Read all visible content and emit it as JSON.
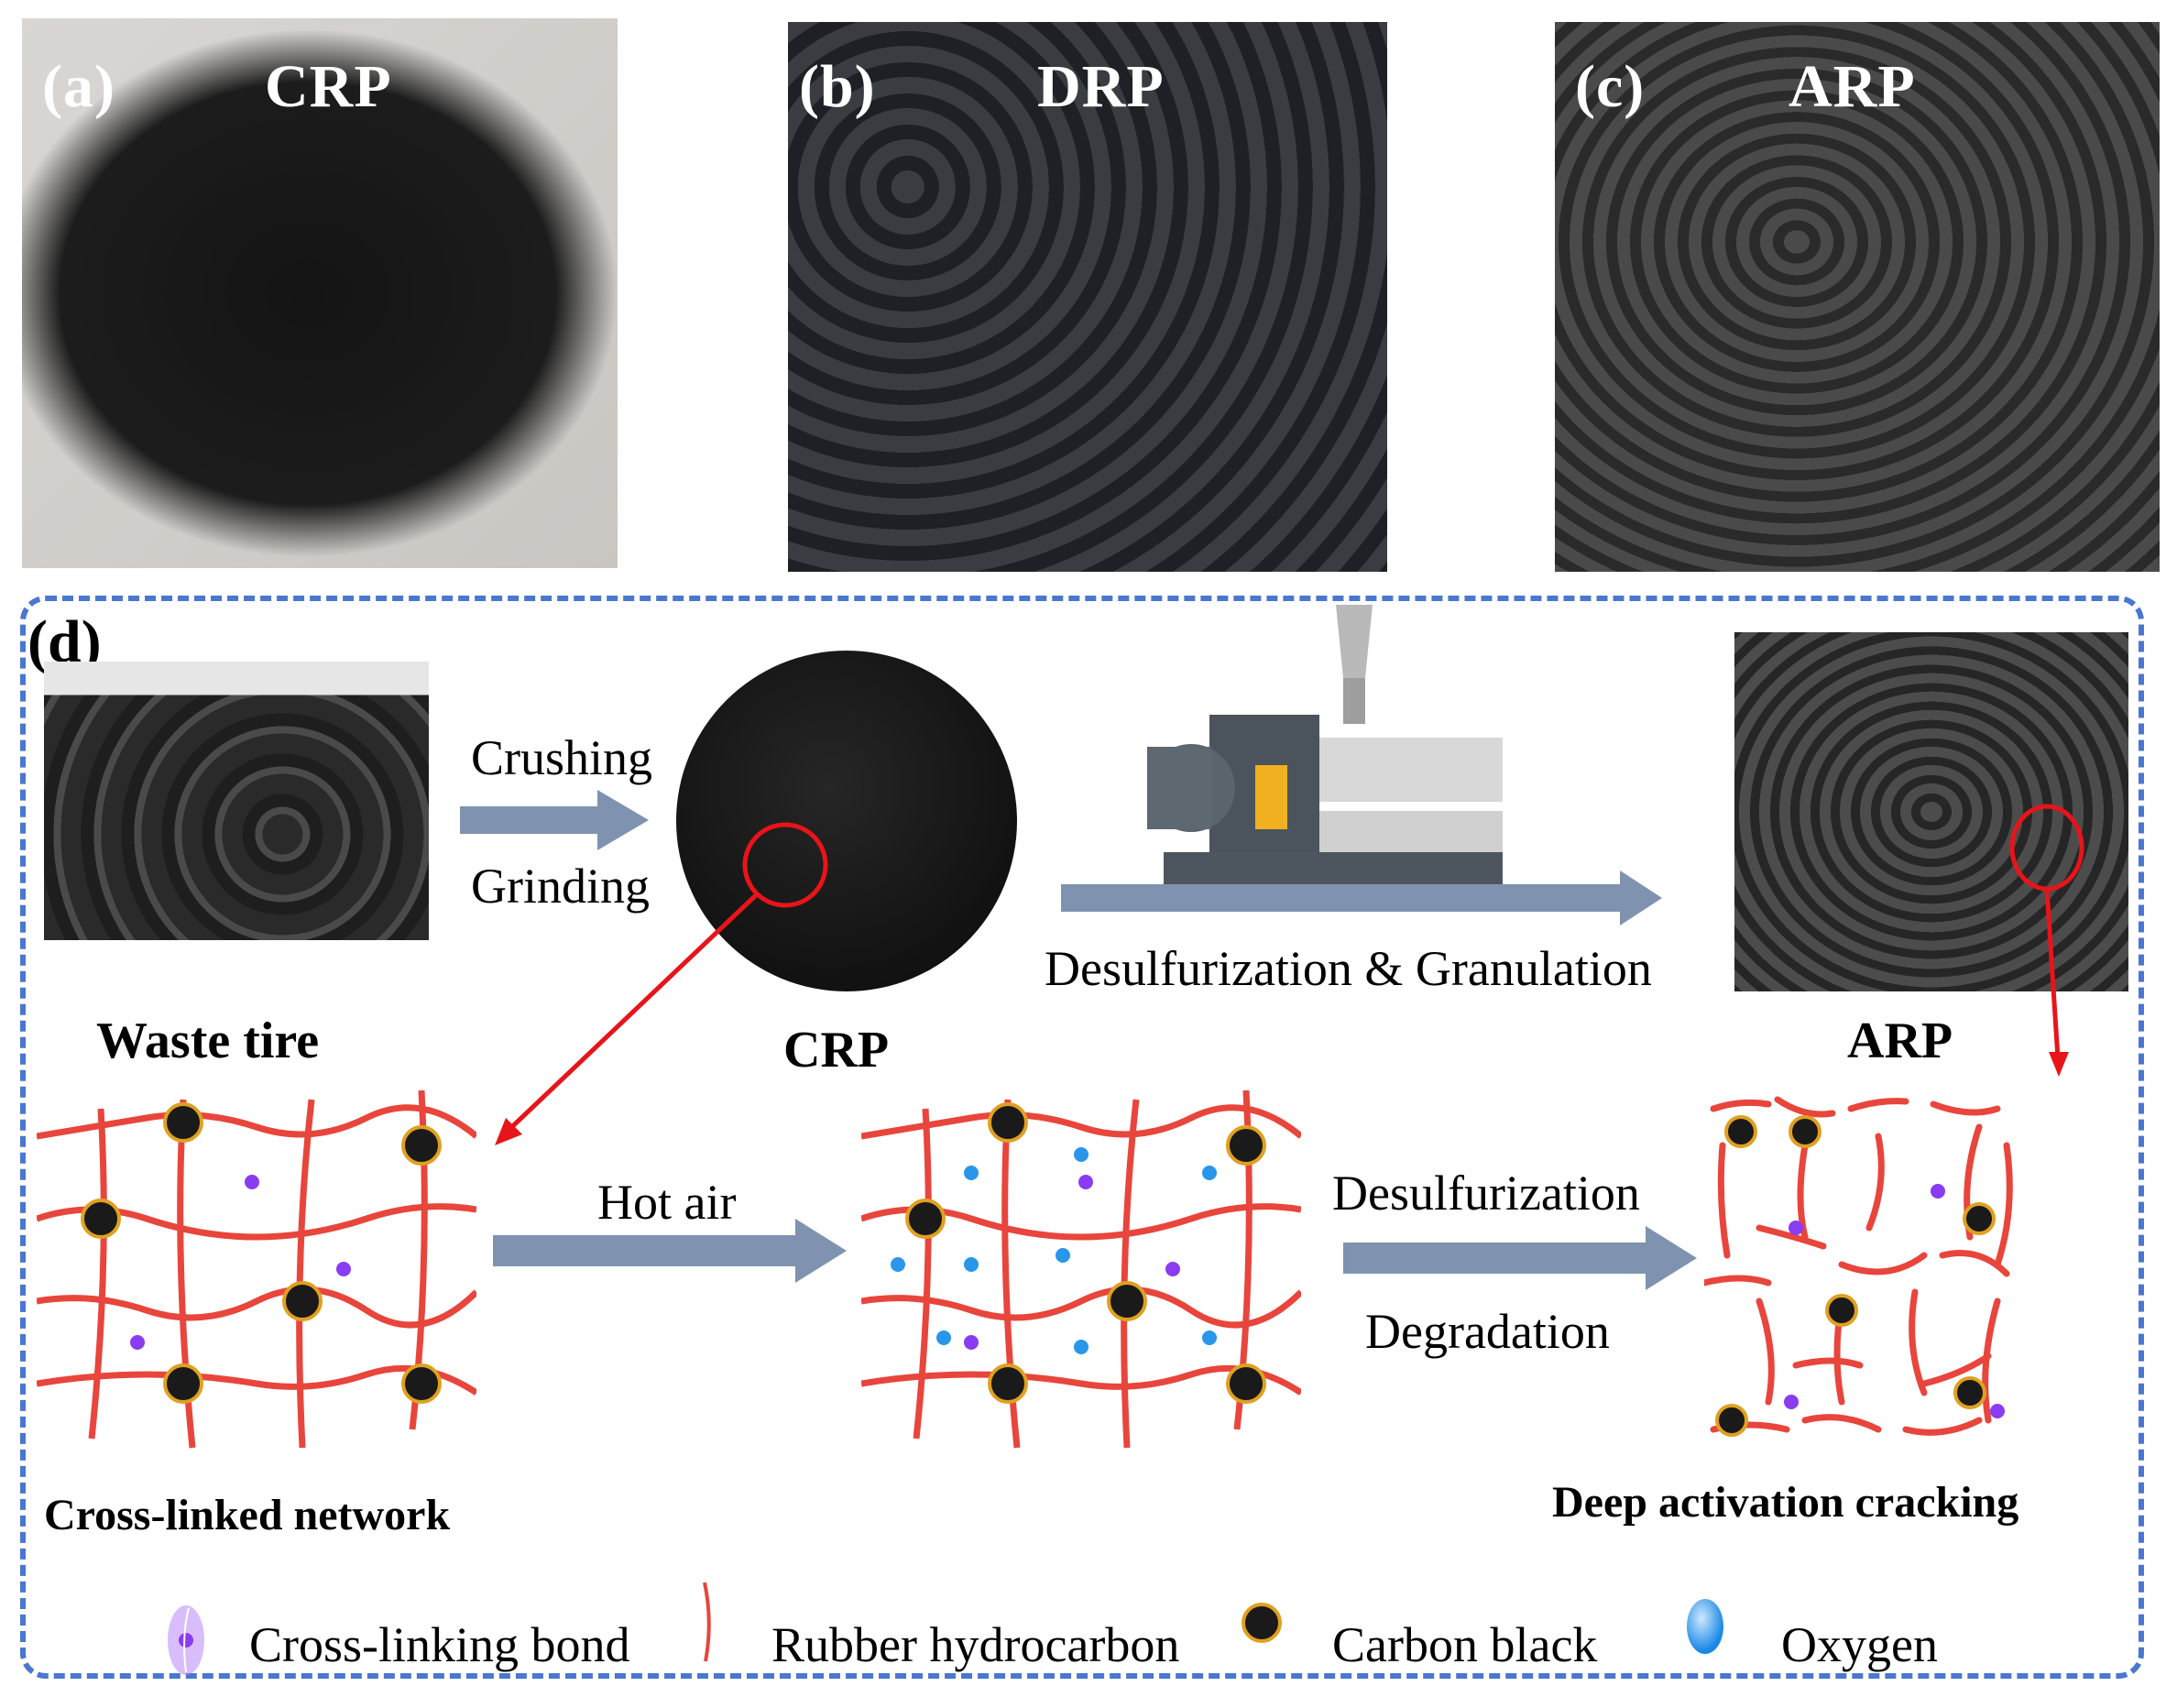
{
  "panels": {
    "a": {
      "tag": "(a)",
      "title": "CRP"
    },
    "b": {
      "tag": "(b)",
      "title": "DRP"
    },
    "c": {
      "tag": "(c)",
      "title": "ARP"
    },
    "d": {
      "tag": "(d)"
    }
  },
  "process": {
    "step1_top": "Crushing",
    "step1_bottom": "Grinding",
    "step2": "Desulfurization & Granulation",
    "hot_air": "Hot air",
    "step3_top": "Desulfurization",
    "step3_bottom": "Degradation"
  },
  "labels": {
    "waste_tire": "Waste tire",
    "crp": "CRP",
    "arp": "ARP",
    "cross_linked": "Cross-linked network",
    "deep_activation": "Deep activation cracking"
  },
  "legend": [
    {
      "icon": "cross-linking-bond-icon",
      "label": "Cross-linking bond"
    },
    {
      "icon": "rubber-hydrocarbon-icon",
      "label": "Rubber hydrocarbon"
    },
    {
      "icon": "carbon-black-icon",
      "label": "Carbon black"
    },
    {
      "icon": "oxygen-icon",
      "label": "Oxygen"
    }
  ],
  "colors": {
    "frame": "#4a77cf",
    "arrow": "#7f93b0",
    "highlight": "#e8141a",
    "chain": "#e8453c",
    "bond": "#8a3cf0",
    "oxygen": "#2a96ea",
    "carbon": "#1a1a1a",
    "carbon_ring": "#e0a020"
  }
}
